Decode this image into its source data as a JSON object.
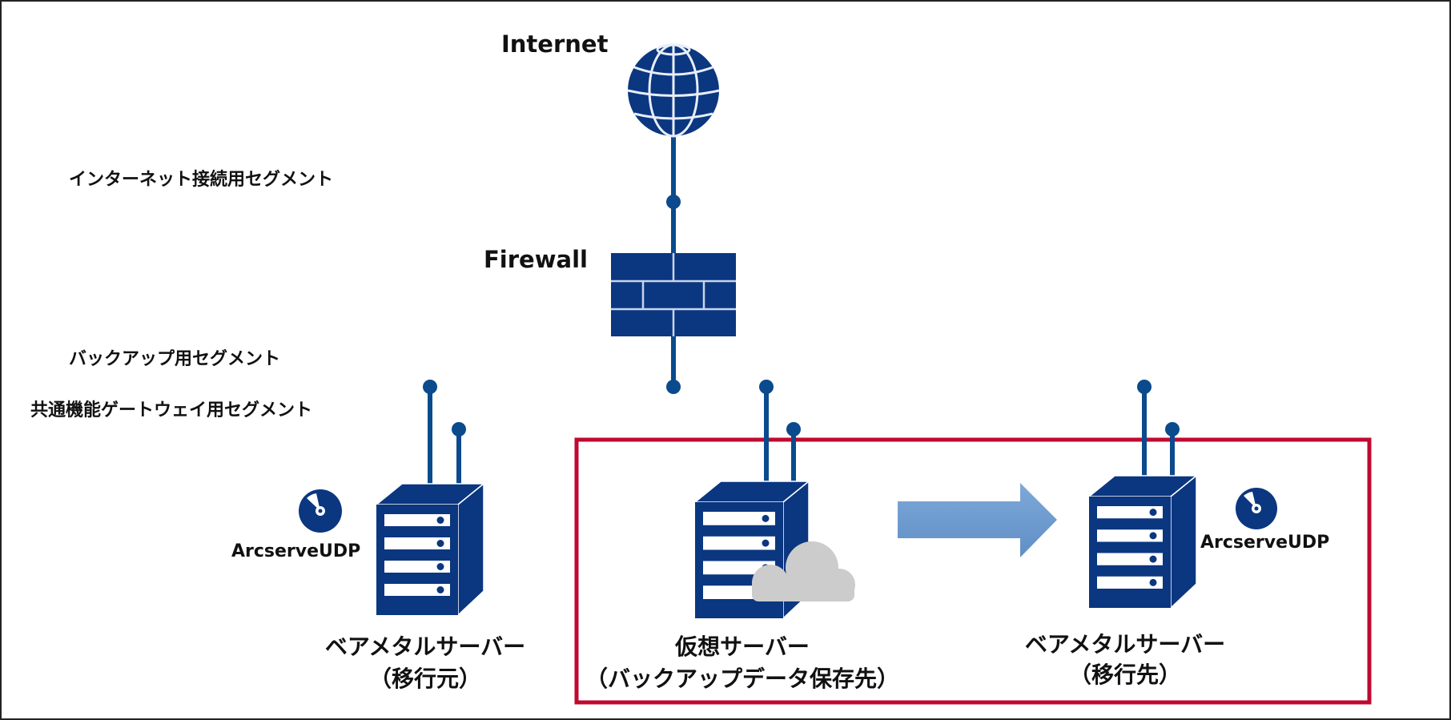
{
  "nodes": {
    "internet": {
      "label": "Internet",
      "icon": "globe-icon"
    },
    "firewall": {
      "label": "Firewall",
      "icon": "firewall-icon"
    }
  },
  "segments": [
    {
      "id": "internet-segment",
      "label": "インターネット接続用セグメント"
    },
    {
      "id": "backup-segment",
      "label": "バックアップ用セグメント"
    },
    {
      "id": "gateway-segment",
      "label": "共通機能ゲートウェイ用セグメント"
    }
  ],
  "servers": [
    {
      "id": "source",
      "line1": "ベアメタルサーバー",
      "line2": "（移行元）",
      "software": "ArcserveUDP",
      "icon": "server-icon"
    },
    {
      "id": "virtual",
      "line1": "仮想サーバー",
      "line2": "（バックアップデータ保存先）",
      "overlay_icon": "cloud-icon",
      "icon": "server-icon"
    },
    {
      "id": "target",
      "line1": "ベアメタルサーバー",
      "line2": "（移行先）",
      "software": "ArcserveUDP",
      "icon": "server-icon"
    }
  ],
  "colors": {
    "network_line": "#0b4a8c",
    "icon_navy": "#0b3680",
    "highlight_box": "#c0092f",
    "arrow": "#6e9bd0",
    "cloud": "#cccccc"
  }
}
